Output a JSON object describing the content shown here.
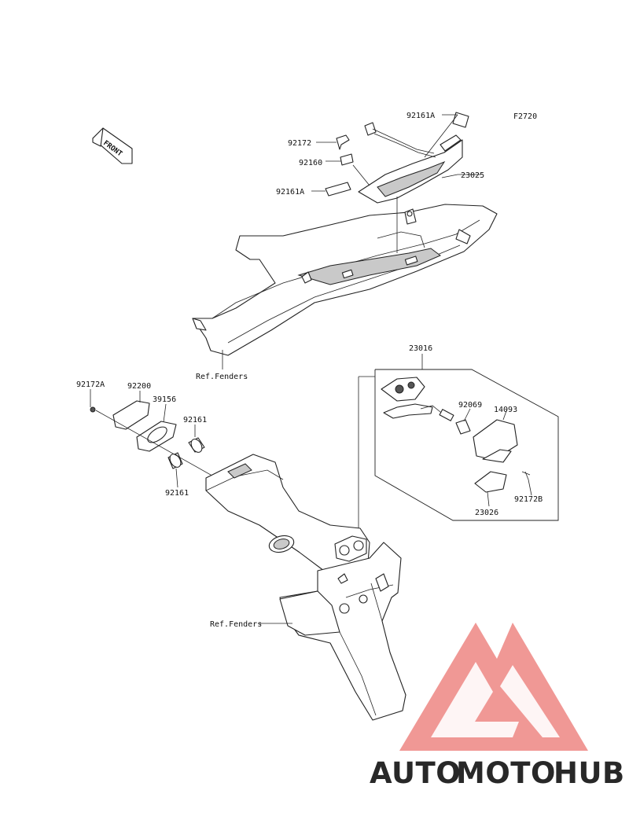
{
  "diagram_code": "F2720",
  "front_label": "FRONT",
  "parts": {
    "p92161A_top": "92161A",
    "p92172": "92172",
    "p92160": "92160",
    "p92161A_mid": "92161A",
    "p23025": "23025",
    "ref_fenders_upper": "Ref.Fenders",
    "p23016": "23016",
    "p92172A": "92172A",
    "p92200": "92200",
    "p39156": "39156",
    "p92161_upper": "92161",
    "p92161_lower": "92161",
    "p92069": "92069",
    "p14093": "14093",
    "p92172B": "92172B",
    "p23026": "23026",
    "ref_fenders_lower": "Ref.Fenders"
  },
  "watermark": {
    "part1": "AUTO",
    "part2": "MOTO",
    "part3": "HUB",
    "color_red": "#ee8f8c",
    "color_orange": "#f6c27a",
    "color_gray": "#8f8f8f"
  }
}
